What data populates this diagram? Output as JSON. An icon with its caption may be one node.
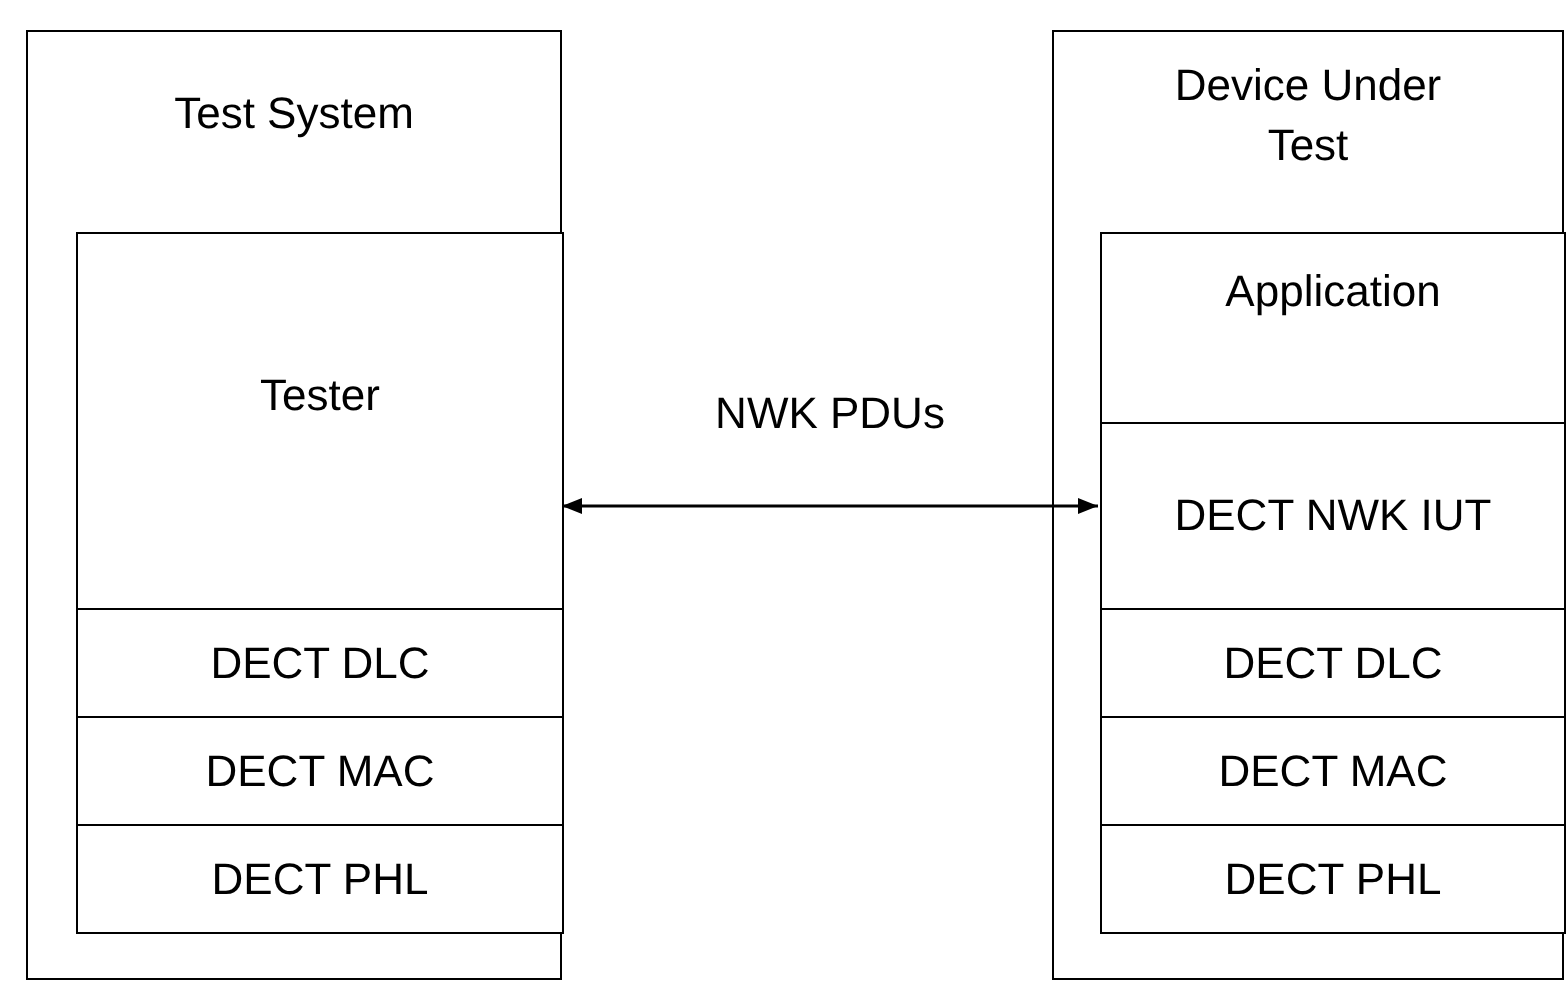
{
  "diagram": {
    "nodes": [
      {
        "text": [
          "Test System"
        ]
      },
      {
        "text": [
          "Tester"
        ],
        "in": 0
      },
      {
        "text": [
          "DECT DLC"
        ],
        "in": 0
      },
      {
        "text": [
          "DECT MAC"
        ],
        "in": 0
      },
      {
        "text": [
          "DECT PHL"
        ],
        "in": 0
      },
      {
        "text": [
          "Device Under Test"
        ]
      },
      {
        "text": [
          "Application"
        ],
        "in": 5
      },
      {
        "text": [
          "DECT NWK IUT"
        ],
        "in": 5
      },
      {
        "text": [
          "DECT DLC"
        ],
        "in": 5
      },
      {
        "text": [
          "DECT MAC"
        ],
        "in": 5
      },
      {
        "text": [
          "DECT PHL"
        ],
        "in": 5
      }
    ],
    "edges": [
      {
        "from": 1,
        "to": 7,
        "arrow": "both",
        "label": "NWK PDUs"
      }
    ]
  }
}
